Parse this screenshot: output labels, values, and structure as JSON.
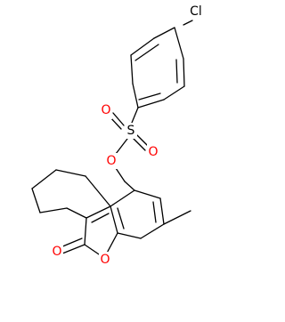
{
  "molecule": {
    "atoms": {
      "chlorine": {
        "symbol": "Cl",
        "color": "#000000"
      },
      "sulfur": {
        "symbol": "S",
        "color": "#000000"
      },
      "sulfonyl_oxygen_left": {
        "symbol": "O",
        "color": "#ff0000"
      },
      "sulfonyl_oxygen_right": {
        "symbol": "O",
        "color": "#ff0000"
      },
      "ester_oxygen": {
        "symbol": "O",
        "color": "#ff0000"
      },
      "ring_oxygen": {
        "symbol": "O",
        "color": "#ff0000"
      },
      "carbonyl_oxygen": {
        "symbol": "O",
        "color": "#ff0000"
      }
    },
    "bond_color": "#000000",
    "background": "#ffffff"
  }
}
